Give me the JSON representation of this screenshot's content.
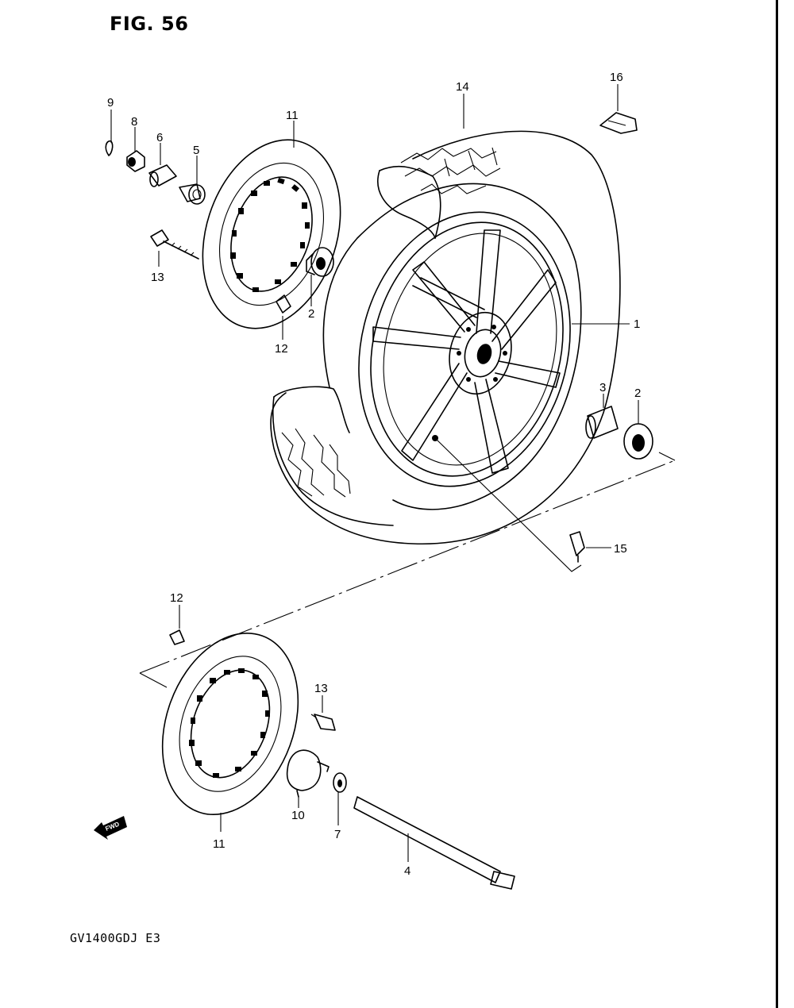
{
  "figure": {
    "title": "FIG. 56",
    "model_code": "GV1400GDJ  E3",
    "fwd_label": "FWD"
  },
  "callouts": {
    "c1": "1",
    "c2a": "2",
    "c2b": "2",
    "c3": "3",
    "c4": "4",
    "c5": "5",
    "c6": "6",
    "c7": "7",
    "c8": "8",
    "c9": "9",
    "c10": "10",
    "c11a": "11",
    "c11b": "11",
    "c12a": "12",
    "c12b": "12",
    "c13a": "13",
    "c13b": "13",
    "c14": "14",
    "c15": "15",
    "c16": "16"
  }
}
